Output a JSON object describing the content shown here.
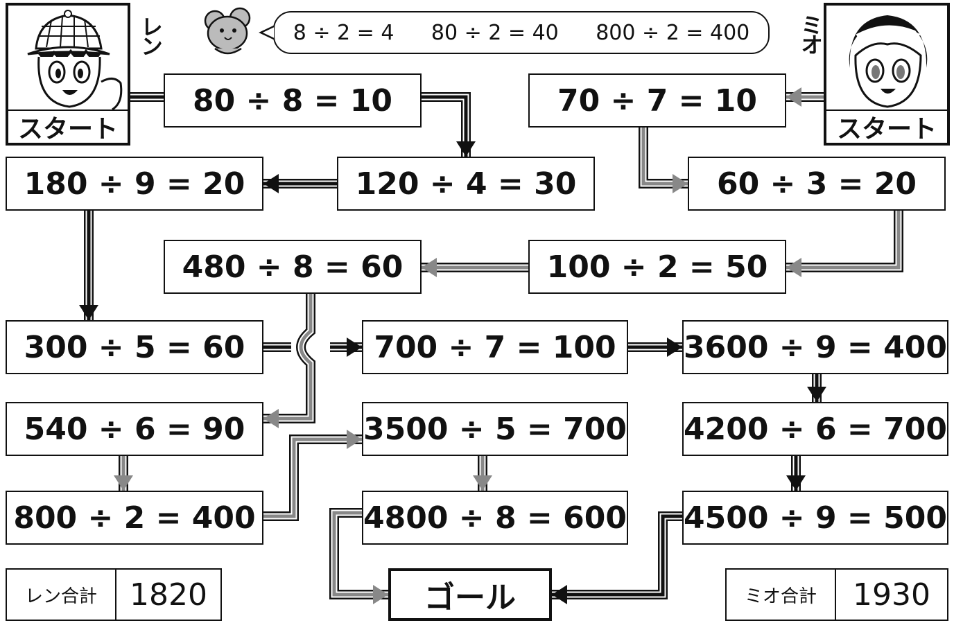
{
  "players": {
    "ren": {
      "name": "レン",
      "start_label": "スタート",
      "total_label": "レン合計",
      "total_value": "1820",
      "arrow_color": "#111111"
    },
    "mio": {
      "name": "ミオ",
      "start_label": "スタート",
      "total_label": "ミオ合計",
      "total_value": "1930",
      "arrow_color": "#888888"
    }
  },
  "hint": {
    "icon": "mouse-icon",
    "items": [
      "8 ÷ 2 = 4",
      "80 ÷ 2 = 40",
      "800 ÷ 2 = 400"
    ]
  },
  "equations": {
    "e1": "80 ÷ 8 = 10",
    "e2": "120 ÷ 4 = 30",
    "e3": "180 ÷ 9 = 20",
    "e4": "300 ÷ 5 = 60",
    "e5": "700 ÷ 7 = 100",
    "e6": "3600 ÷ 9 = 400",
    "e7": "4200 ÷ 6 = 700",
    "e8": "4500 ÷ 9 = 500",
    "m1": "70 ÷ 7 = 10",
    "m2": "60 ÷ 3 = 20",
    "m3": "100 ÷ 2 = 50",
    "m4": "480 ÷ 8 = 60",
    "m5": "540 ÷ 6 = 90",
    "m6": "800 ÷ 2 = 400",
    "m7": "3500 ÷ 5 = 700",
    "m8": "4800 ÷ 8 = 600"
  },
  "goal": {
    "label": "ゴール"
  },
  "colors": {
    "ren_arrow": "#111111",
    "mio_arrow": "#888888",
    "border": "#111111"
  }
}
